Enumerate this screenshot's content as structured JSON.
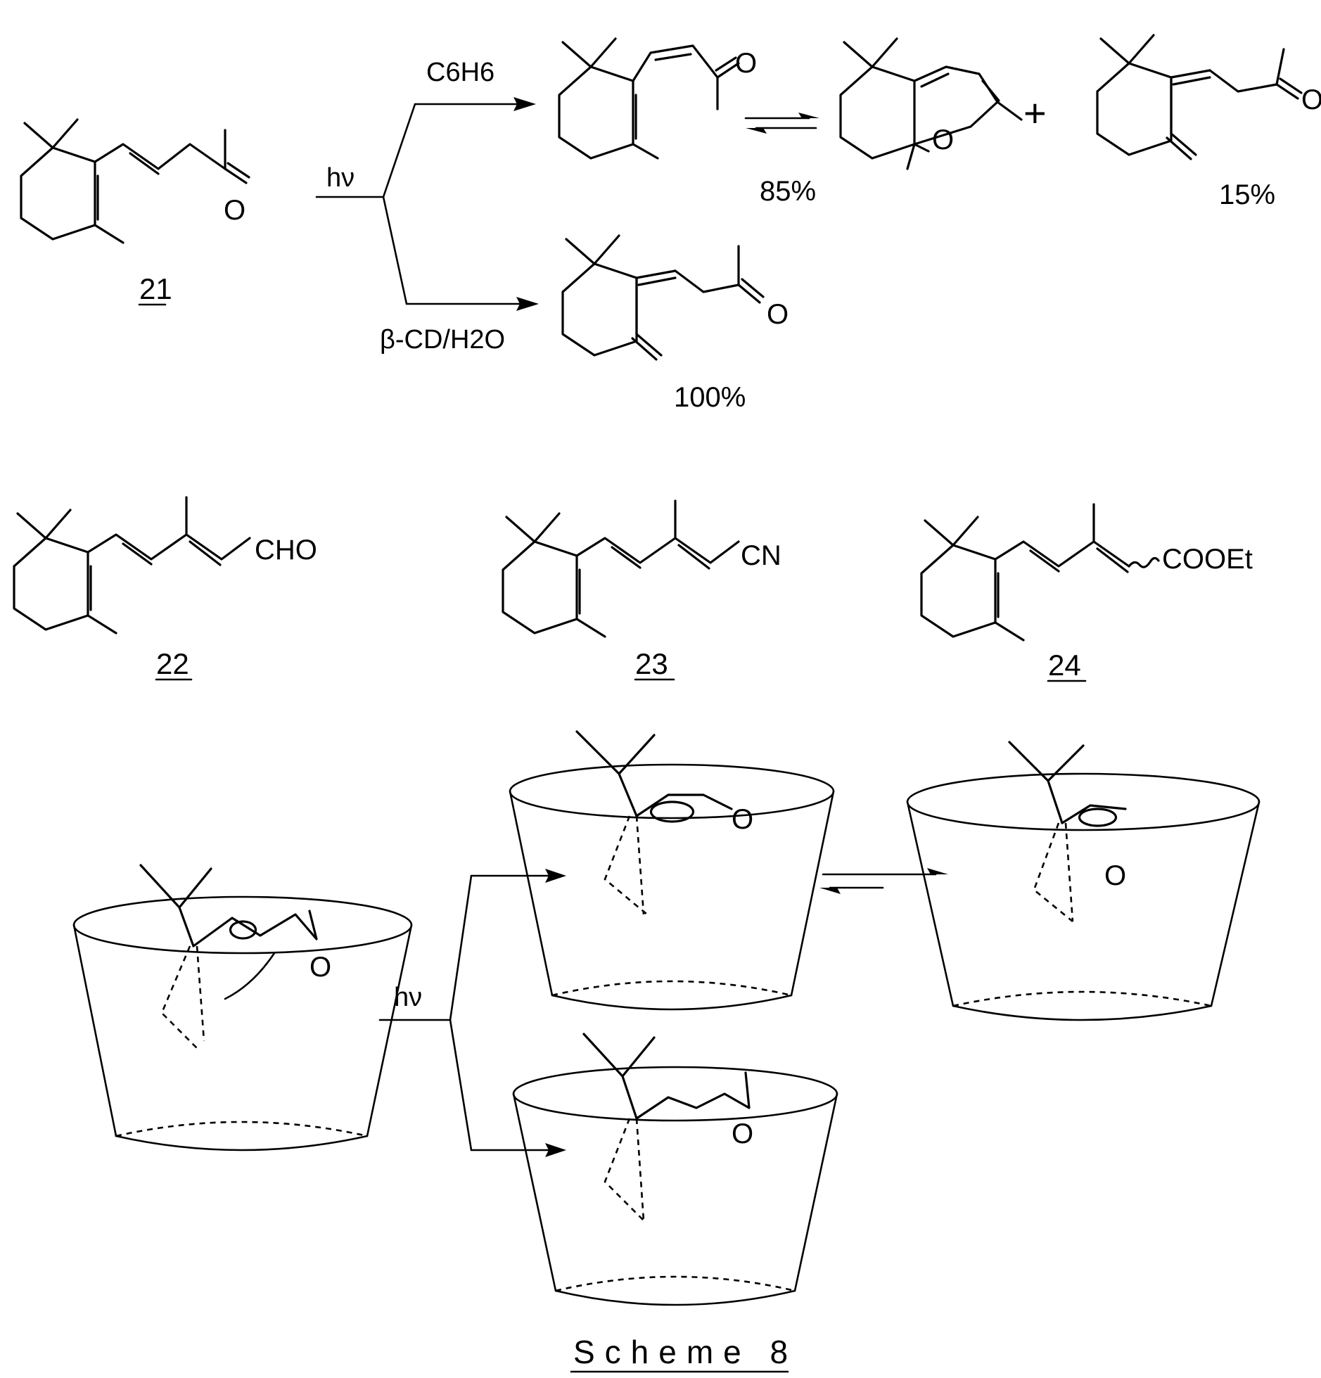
{
  "reaction_top": {
    "reactant_label": "21",
    "light_label": "hν",
    "upper_condition": "C6H6",
    "lower_condition": "β-CD/H2O",
    "yield_pyran": "85%",
    "yield_triene": "15%",
    "yield_cd": "100%",
    "plus_sign": "+",
    "atom_o": "O"
  },
  "analogs": {
    "label_22": "22",
    "label_23": "23",
    "label_24": "24",
    "group_22": "CHO",
    "group_23": "CN",
    "group_24": "COOEt"
  },
  "cd_scheme": {
    "light_label": "hν",
    "atom_o": "O"
  },
  "caption": "Scheme 8"
}
